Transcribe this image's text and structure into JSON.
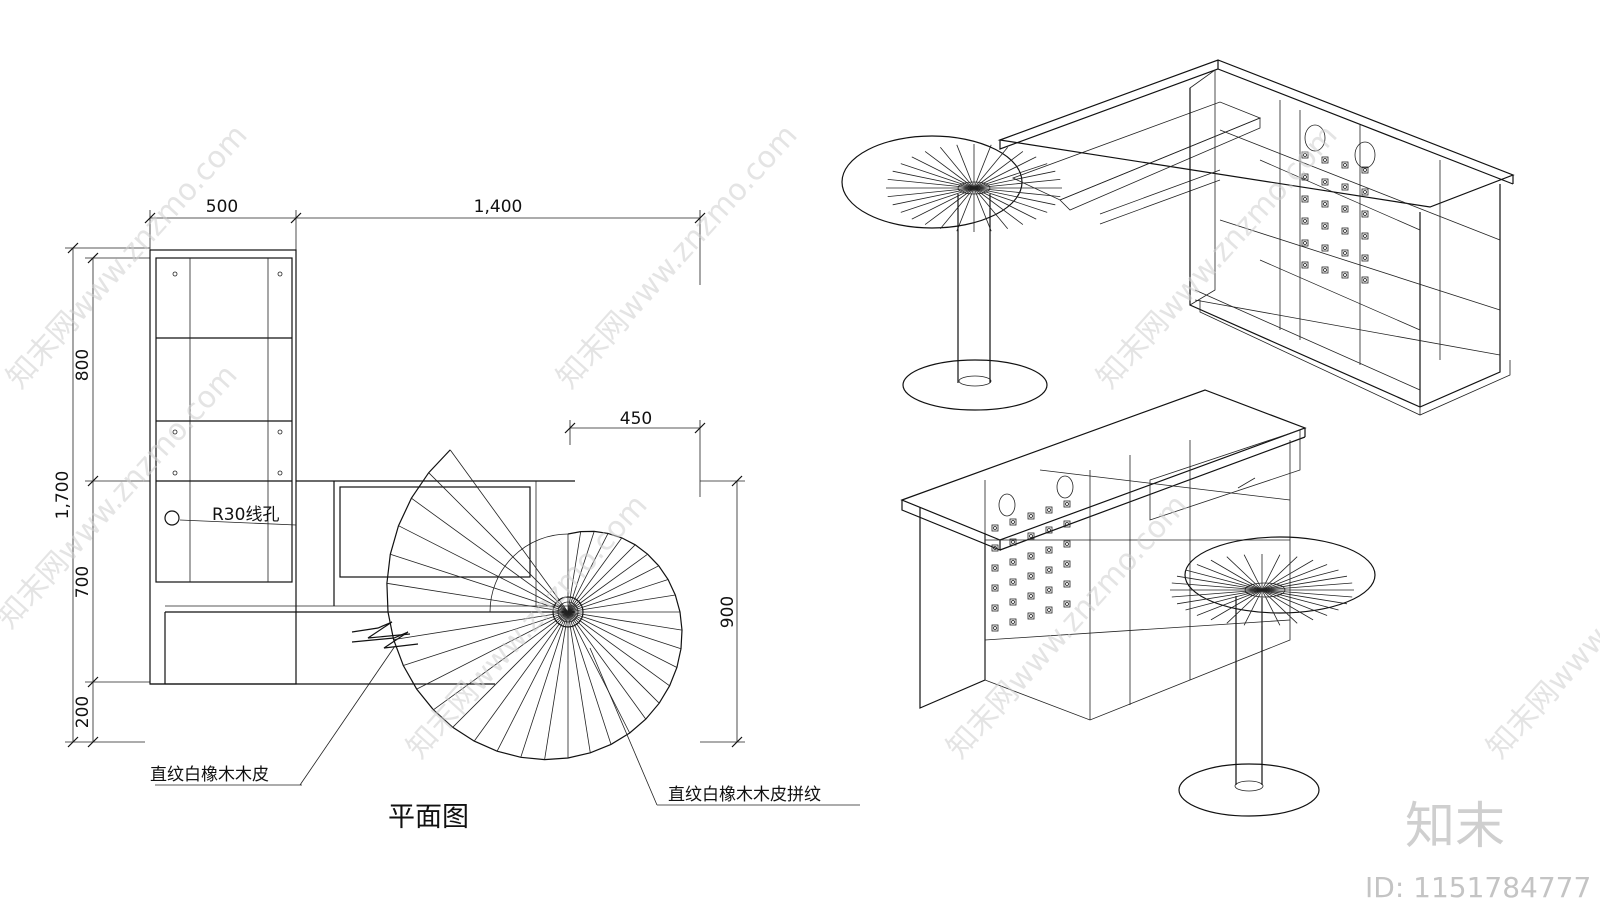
{
  "plan": {
    "title": "平面图",
    "dims": {
      "top_left": "500",
      "top_right": "1,400",
      "mid_right": "450",
      "left_total": "1,700",
      "left_upper": "800",
      "left_mid": "700",
      "left_low": "200",
      "right_height": "900"
    },
    "hole_label": "R30线孔",
    "material_label_1": "直纹白橡木木皮",
    "material_label_2": "直纹白橡木木皮拼纹"
  },
  "watermark": {
    "text": "知末网www.znzmo.com",
    "brand": "知末",
    "id_label": "ID: 1151784777"
  }
}
